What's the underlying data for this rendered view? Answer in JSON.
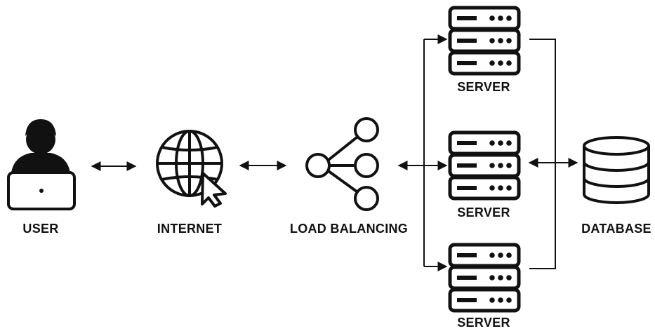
{
  "nodes": {
    "user": {
      "label": "USER",
      "icon": "user-laptop-icon"
    },
    "internet": {
      "label": "INTERNET",
      "icon": "globe-cursor-icon"
    },
    "load_balancing": {
      "label": "LOAD BALANCING",
      "icon": "share-nodes-icon"
    },
    "server_top": {
      "label": "SERVER",
      "icon": "server-rack-icon"
    },
    "server_middle": {
      "label": "SERVER",
      "icon": "server-rack-icon"
    },
    "server_bottom": {
      "label": "SERVER",
      "icon": "server-rack-icon"
    },
    "database": {
      "label": "DATABASE",
      "icon": "database-icon"
    }
  },
  "colors": {
    "stroke": "#111111",
    "background": "#ffffff"
  }
}
